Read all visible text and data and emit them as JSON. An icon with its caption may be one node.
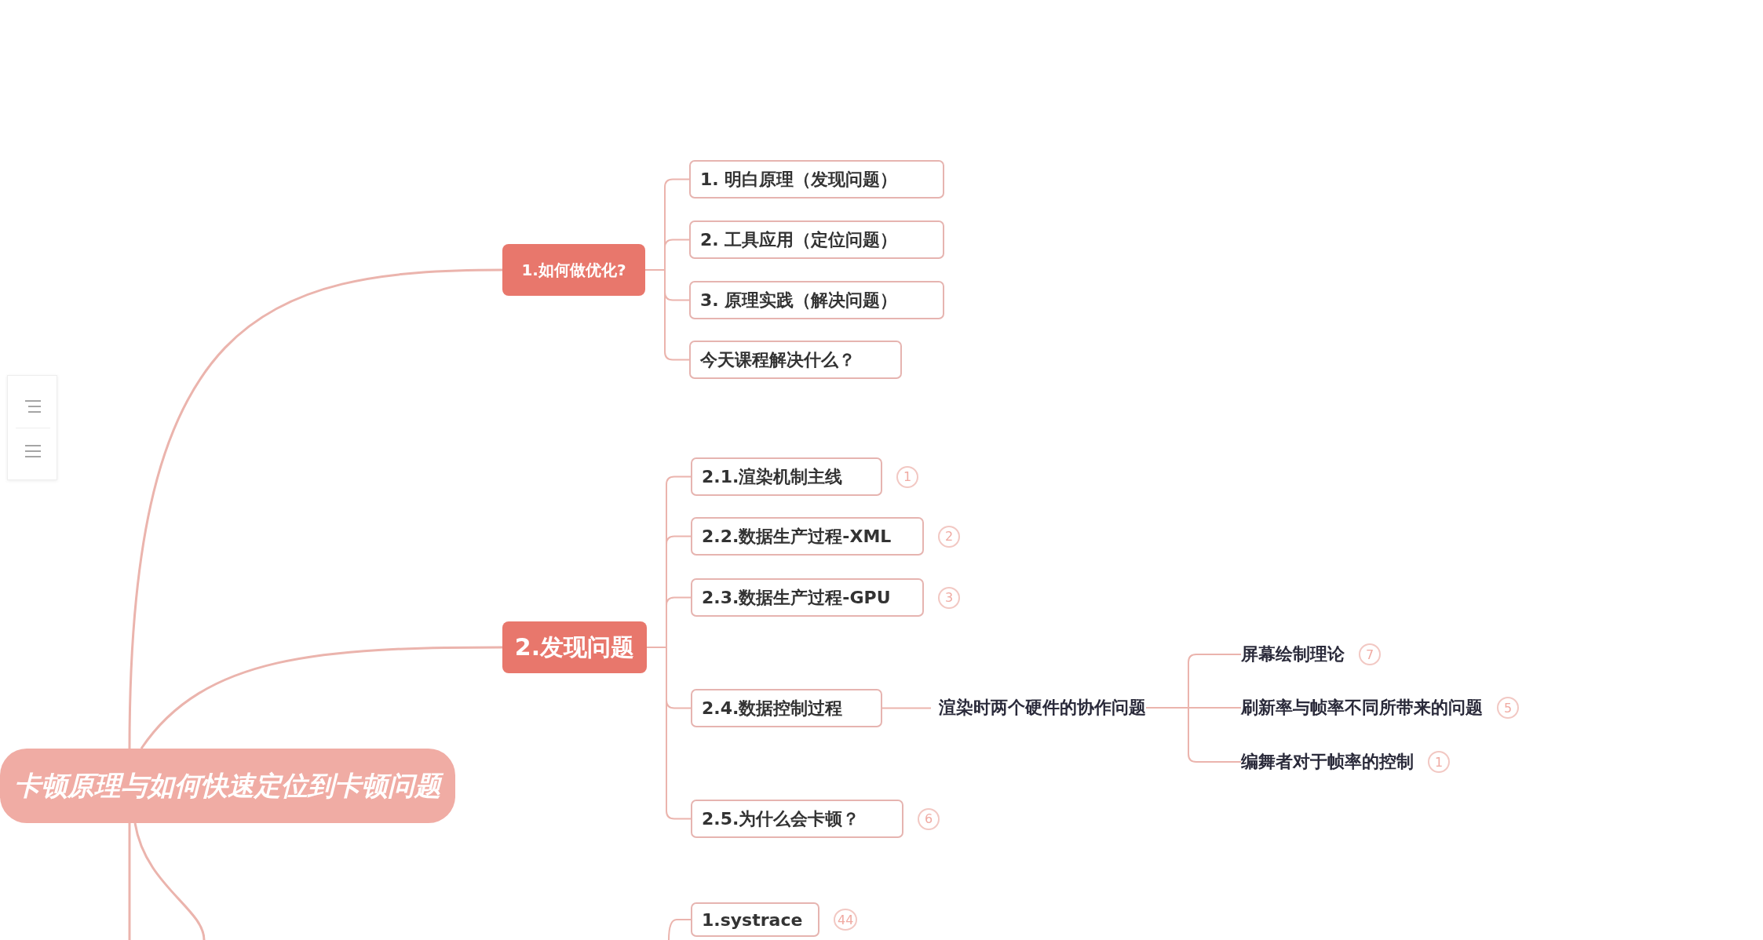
{
  "diagram": {
    "nodes": [
      {
        "text": [
          "卡顿原理与如何快速定位到卡顿问题"
        ]
      },
      {
        "text": [
          "1.如何做优化?"
        ]
      },
      {
        "text": [
          "1. 明白原理（发现问题）"
        ]
      },
      {
        "text": [
          "2. 工具应用（定位问题）"
        ]
      },
      {
        "text": [
          "3. 原理实践（解决问题）"
        ]
      },
      {
        "text": [
          "今天课程解决什么？"
        ]
      },
      {
        "text": [
          "2.发现问题"
        ]
      },
      {
        "text": [
          "2.1.渲染机制主线"
        ],
        "beside": [
          "1"
        ]
      },
      {
        "text": [
          "2.2.数据生产过程-XML"
        ],
        "beside": [
          "2"
        ]
      },
      {
        "text": [
          "2.3.数据生产过程-GPU"
        ],
        "beside": [
          "3"
        ]
      },
      {
        "text": [
          "2.4.数据控制过程"
        ]
      },
      {
        "text": [
          "渲染时两个硬件的协作问题"
        ]
      },
      {
        "text": [
          "屏幕绘制理论"
        ],
        "beside": [
          "7"
        ]
      },
      {
        "text": [
          "刷新率与帧率不同所带来的问题"
        ],
        "beside": [
          "5"
        ]
      },
      {
        "text": [
          "编舞者对于帧率的控制"
        ],
        "beside": [
          "1"
        ]
      },
      {
        "text": [
          "2.5.为什么会卡顿？"
        ],
        "beside": [
          "6"
        ]
      },
      {
        "text": [
          "1.systrace"
        ],
        "beside": [
          "44"
        ]
      }
    ],
    "edges": [
      {
        "from": 0,
        "to": 1,
        "arrow": "none"
      },
      {
        "from": 1,
        "to": 2,
        "arrow": "none"
      },
      {
        "from": 1,
        "to": 3,
        "arrow": "none"
      },
      {
        "from": 1,
        "to": 4,
        "arrow": "none"
      },
      {
        "from": 1,
        "to": 5,
        "arrow": "none"
      },
      {
        "from": 0,
        "to": 6,
        "arrow": "none"
      },
      {
        "from": 6,
        "to": 7,
        "arrow": "none"
      },
      {
        "from": 6,
        "to": 8,
        "arrow": "none"
      },
      {
        "from": 6,
        "to": 9,
        "arrow": "none"
      },
      {
        "from": 6,
        "to": 10,
        "arrow": "none"
      },
      {
        "from": 10,
        "to": 11,
        "arrow": "none"
      },
      {
        "from": 11,
        "to": 12,
        "arrow": "none"
      },
      {
        "from": 11,
        "to": 13,
        "arrow": "none"
      },
      {
        "from": 11,
        "to": 14,
        "arrow": "none"
      },
      {
        "from": 6,
        "to": 15,
        "arrow": "none"
      },
      {
        "from": null,
        "to": 16,
        "arrow": "none"
      },
      {
        "from": 0,
        "to": null,
        "arrow": "none"
      },
      {
        "from": 0,
        "to": null,
        "arrow": "none"
      }
    ]
  }
}
